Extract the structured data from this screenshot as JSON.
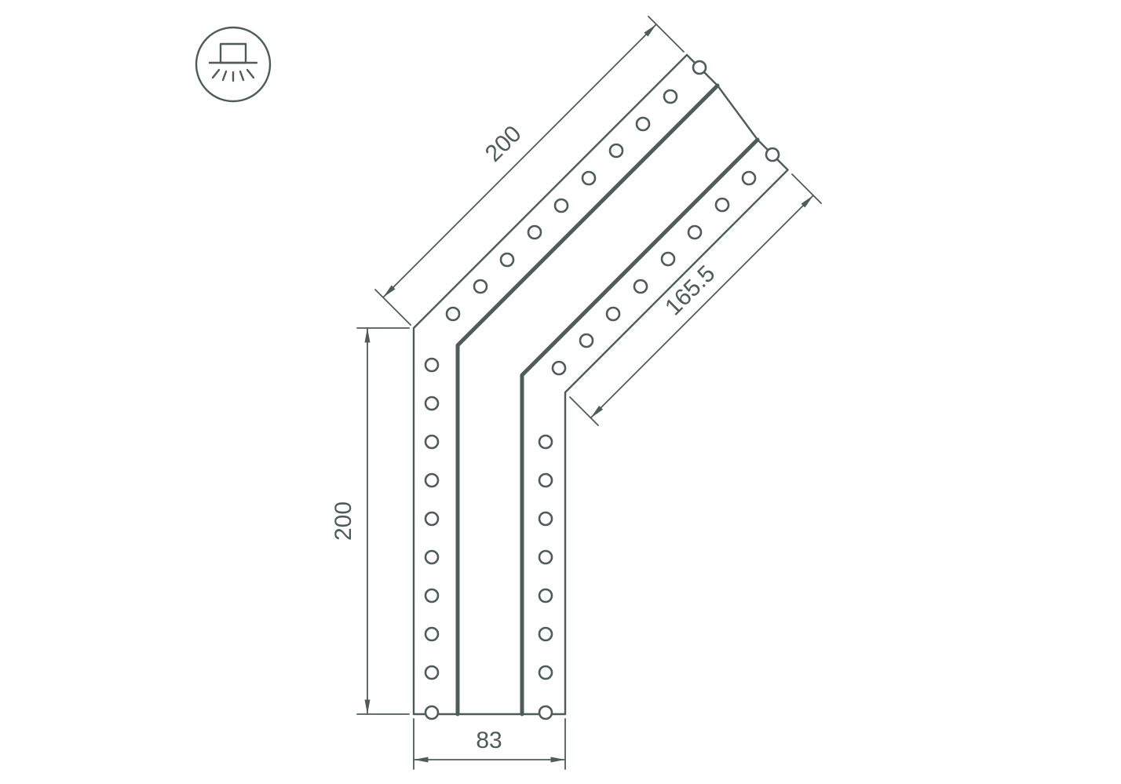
{
  "drawing": {
    "line_color": "#4d5c5a",
    "background_color": "#ffffff",
    "dimensions": {
      "outer_diagonal": "200",
      "inner_diagonal": "165.5",
      "left_vertical": "200",
      "bottom_width": "83"
    },
    "icon": {
      "name": "surface-light-down-icon"
    }
  }
}
